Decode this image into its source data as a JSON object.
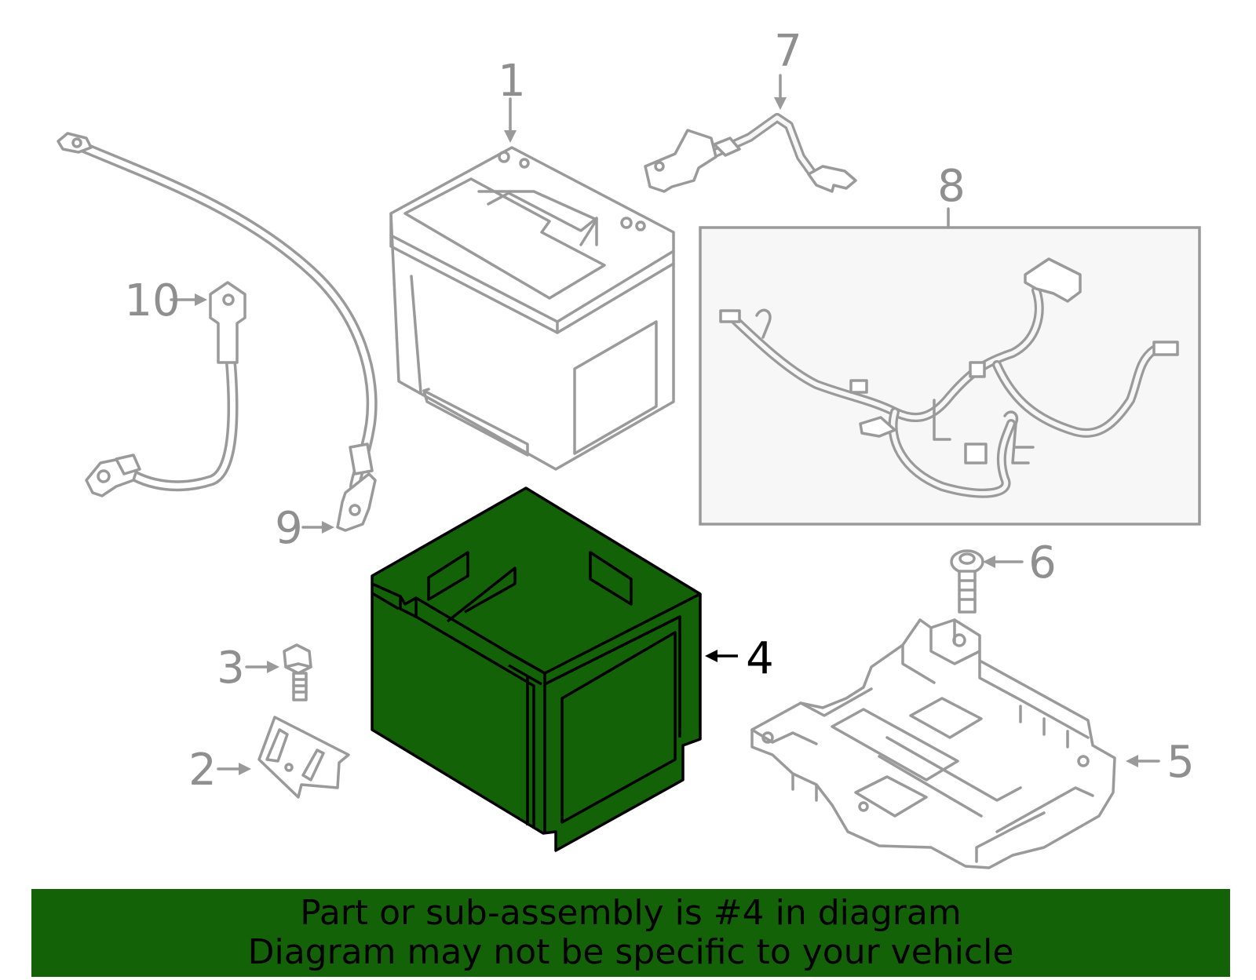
{
  "diagram": {
    "highlight_color": "#136208",
    "callouts": [
      {
        "id": "1",
        "label": "1"
      },
      {
        "id": "2",
        "label": "2"
      },
      {
        "id": "3",
        "label": "3"
      },
      {
        "id": "4",
        "label": "4",
        "highlighted": true
      },
      {
        "id": "5",
        "label": "5"
      },
      {
        "id": "6",
        "label": "6"
      },
      {
        "id": "7",
        "label": "7"
      },
      {
        "id": "8",
        "label": "8"
      },
      {
        "id": "9",
        "label": "9"
      },
      {
        "id": "10",
        "label": "10"
      }
    ]
  },
  "banner": {
    "line1": "Part or sub-assembly is #4 in diagram",
    "line2": "Diagram may not be specific to your vehicle",
    "background": "#136208"
  }
}
